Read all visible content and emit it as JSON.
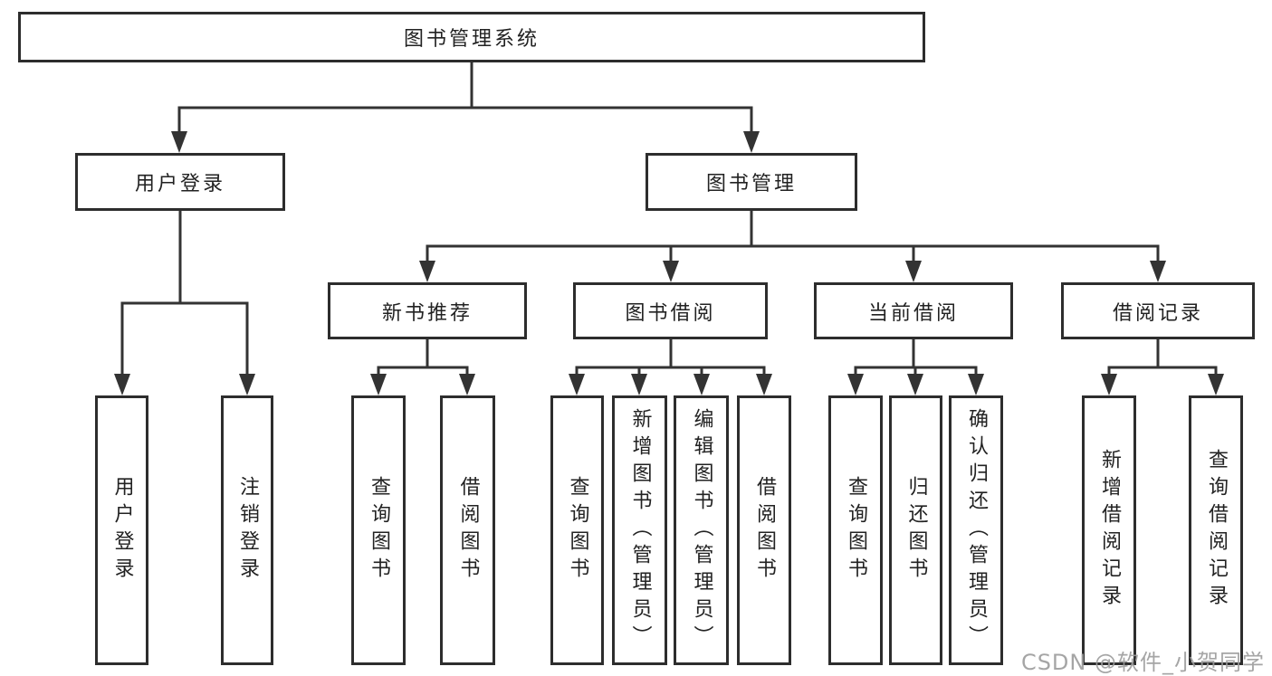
{
  "diagram_type": "functional-structure-tree",
  "colors": {
    "background": "#ffffff",
    "line": "#333333",
    "box_border": "#2d2d2d",
    "box_fill": "#ffffff",
    "text": "#222222",
    "watermark": "#9c9c9c"
  },
  "tree": {
    "root": {
      "label": "图书管理系统",
      "children": [
        {
          "label": "用户登录",
          "children": [
            {
              "label": "用户登录"
            },
            {
              "label": "注销登录"
            }
          ]
        },
        {
          "label": "图书管理",
          "children": [
            {
              "label": "新书推荐",
              "children": [
                {
                  "label": "查询图书"
                },
                {
                  "label": "借阅图书"
                }
              ]
            },
            {
              "label": "图书借阅",
              "children": [
                {
                  "label": "查询图书"
                },
                {
                  "label": "新增图书（管理员）"
                },
                {
                  "label": "编辑图书（管理员）"
                },
                {
                  "label": "借阅图书"
                }
              ]
            },
            {
              "label": "当前借阅",
              "children": [
                {
                  "label": "查询图书"
                },
                {
                  "label": "归还图书"
                },
                {
                  "label": "确认归还（管理员）"
                }
              ]
            },
            {
              "label": "借阅记录",
              "children": [
                {
                  "label": "新增借阅记录"
                },
                {
                  "label": "查询借阅记录"
                }
              ]
            }
          ]
        }
      ]
    }
  },
  "watermark": {
    "text": "CSDN @软件_小贺同学"
  }
}
